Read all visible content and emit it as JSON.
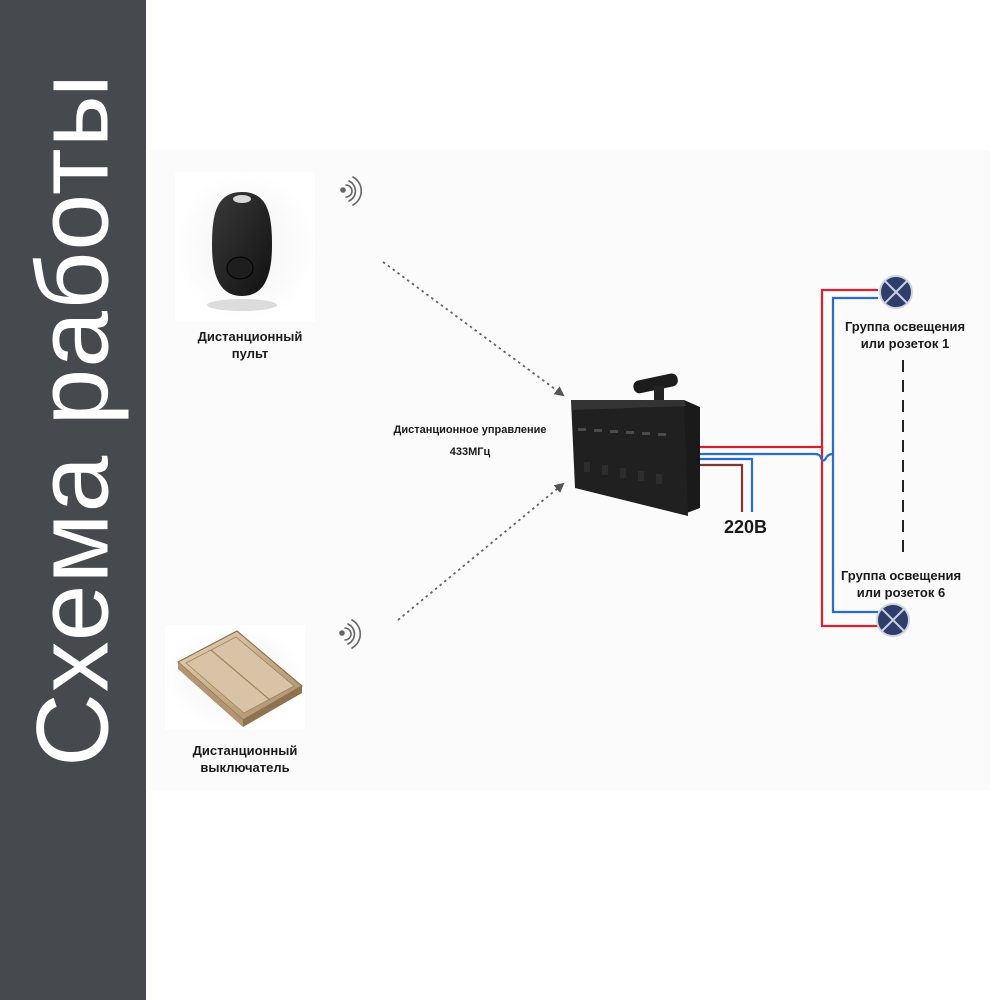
{
  "sidebar": {
    "title": "Схема работы"
  },
  "remote": {
    "line1": "Дистанционный",
    "line2": "пульт"
  },
  "switch": {
    "line1": "Дистанционный",
    "line2": "выключатель"
  },
  "radio": {
    "line1": "Дистанционное управление",
    "line2": "433МГц"
  },
  "power": {
    "label": "220В"
  },
  "group1": {
    "line1": "Группа освещения",
    "line2": "или розеток 1"
  },
  "group6": {
    "line1": "Группа освещения",
    "line2": "или розеток 6"
  },
  "colors": {
    "sidebar": "#464a4f",
    "wire_red": "#d9202e",
    "wire_blue": "#2a6bd1",
    "wire_brown": "#7a3b2e",
    "lamp": "#2f3d6b"
  }
}
